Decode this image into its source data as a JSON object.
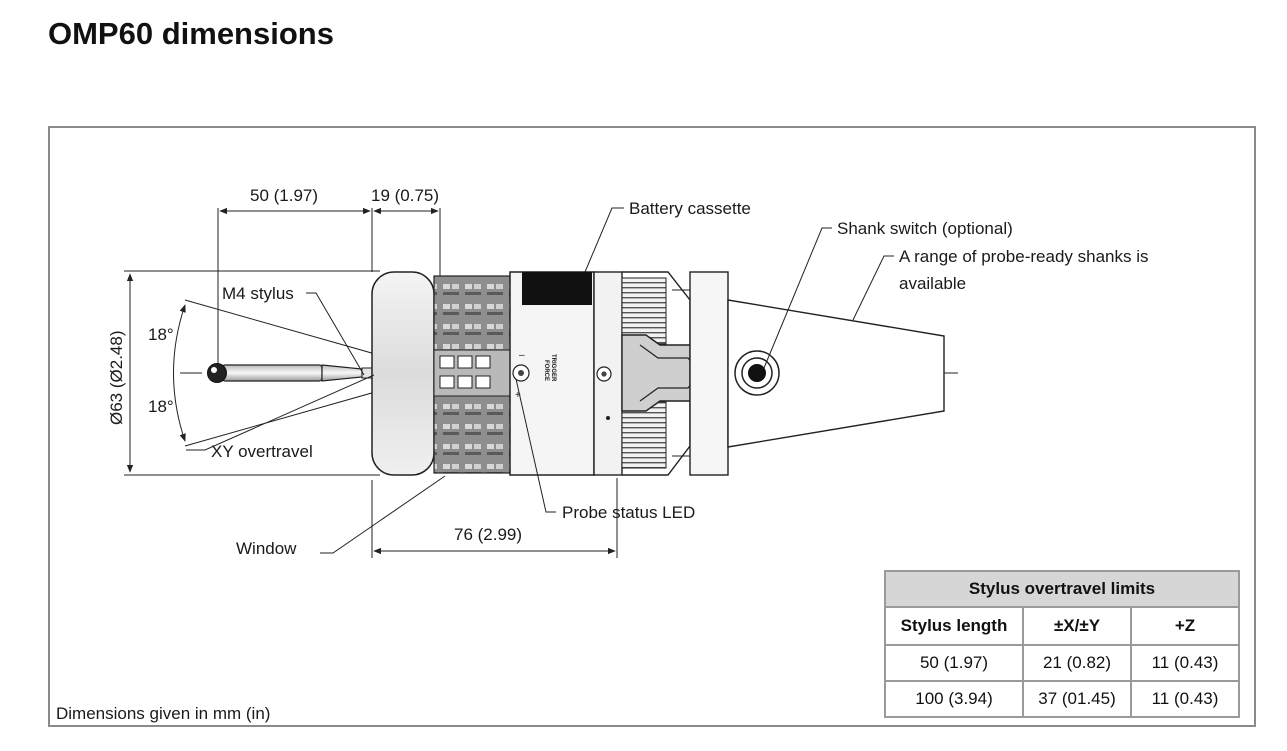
{
  "title": "OMP60 dimensions",
  "footnote": "Dimensions given in mm (in)",
  "dimensions": {
    "stylus_length": "50 (1.97)",
    "window_offset": "19 (0.75)",
    "diameter": "Ø63 (Ø2.48)",
    "angle_upper": "18°",
    "angle_lower": "18°",
    "body_length": "76 (2.99)"
  },
  "callouts": {
    "battery_cassette": "Battery cassette",
    "shank_switch": "Shank switch (optional)",
    "shanks_line1": "A range of probe-ready shanks is",
    "shanks_line2": "available",
    "m4_stylus": "M4 stylus",
    "xy_overtravel": "XY overtravel",
    "window": "Window",
    "probe_status_led": "Probe status LED"
  },
  "body_marks": {
    "trigger": "TRIGGER",
    "force": "FORCE",
    "minus": "–",
    "plus": "+"
  },
  "overtravel_table": {
    "caption": "Stylus overtravel limits",
    "headers": [
      "Stylus length",
      "±X/±Y",
      "+Z"
    ],
    "rows": [
      [
        "50 (1.97)",
        "21 (0.82)",
        "11 (0.43)"
      ],
      [
        "100 (3.94)",
        "37 (01.45)",
        "11 (0.43)"
      ]
    ]
  }
}
